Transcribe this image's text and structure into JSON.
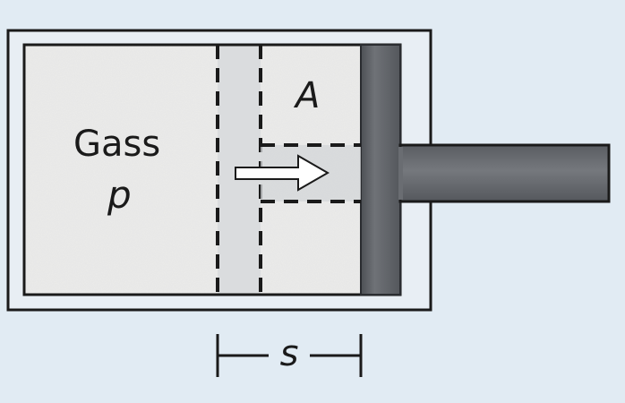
{
  "diagram": {
    "gas_label": "Gass",
    "pressure_label": "p",
    "area_label": "A",
    "displacement_label": "s"
  },
  "colors": {
    "background": "#e1ebf3",
    "cylinder_outline": "#1a1a1a",
    "gas_fill": "#ebebea",
    "piston": "#5e6166",
    "rod": "#6a6d72",
    "arrow_fill": "#ffffff"
  }
}
